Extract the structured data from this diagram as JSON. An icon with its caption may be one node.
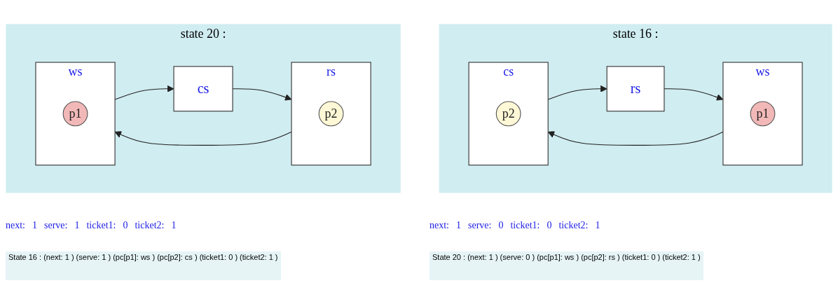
{
  "diagram": {
    "nodes": [
      {
        "text": [
          "state 16 :"
        ]
      },
      {
        "text": [
          "rs"
        ],
        "in": 0
      },
      {
        "text": [
          "ws"
        ],
        "in": 0
      },
      {
        "text": [
          "p1"
        ],
        "in": 2
      },
      {
        "text": [
          "cs"
        ],
        "in": 0
      },
      {
        "text": [
          "p2"
        ],
        "in": 4
      },
      {
        "text": [
          "state 20 :"
        ]
      },
      {
        "text": [
          "rs"
        ],
        "in": 6
      },
      {
        "text": [
          "p2"
        ],
        "in": 7
      },
      {
        "text": [
          "ws"
        ],
        "in": 6
      },
      {
        "text": [
          "p1"
        ],
        "in": 9
      },
      {
        "text": [
          "cs"
        ],
        "in": 6
      }
    ],
    "edges": [
      {
        "from": 1,
        "to": 2,
        "arrow": "to"
      },
      {
        "from": 2,
        "to": 4,
        "arrow": "to"
      },
      {
        "from": 4,
        "to": 1,
        "arrow": "to"
      },
      {
        "from": 7,
        "to": 9,
        "arrow": "to"
      },
      {
        "from": 9,
        "to": 11,
        "arrow": "to"
      },
      {
        "from": 11,
        "to": 7,
        "arrow": "to"
      }
    ],
    "labels": [
      "next:",
      "1",
      "serve:",
      "1",
      "ticket1:",
      "0",
      "ticket2:",
      "1",
      "State 16 : (next: 1 ) (serve: 1 ) (pc[p1]: ws ) (pc[p2]: cs ) (ticket1: 0 ) (ticket2: 1 )",
      "next:",
      "1",
      "serve:",
      "0",
      "ticket1:",
      "0",
      "ticket2:",
      "1",
      "State 20 : (next: 1 ) (serve: 0 ) (pc[p1]: ws ) (pc[p2]: rs ) (ticket1: 0 ) (ticket2: 1 )"
    ]
  }
}
